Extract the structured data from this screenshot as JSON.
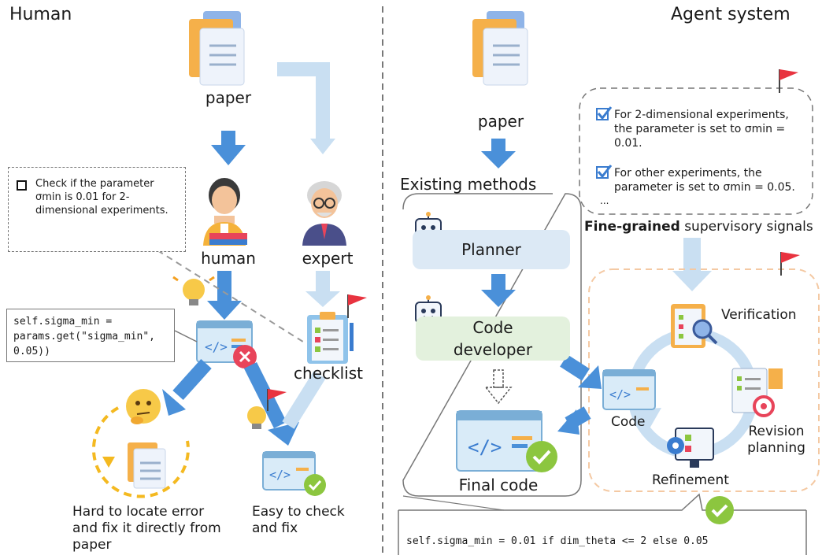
{
  "left": {
    "heading": "Human",
    "paper_label": "paper",
    "human_label": "human",
    "expert_label": "expert",
    "checklist_label": "checklist",
    "check_note": "Check if the parameter σmin is 0.01 for 2-dimensional experiments.",
    "wrong_code": [
      "self.sigma_min =",
      "params.get(\"sigma_min\",",
      "0.05))"
    ],
    "hard_label": "Hard to locate error and fix it directly from paper",
    "easy_label": "Easy to check and fix"
  },
  "right": {
    "heading": "Agent system",
    "paper_label": "paper",
    "existing_label": "Existing methods",
    "planner_label": "Planner",
    "developer_label": "Code developer",
    "final_label": "Final code",
    "signals_item1": "For 2-dimensional experiments, the parameter is set to σmin = 0.01.",
    "signals_item2": "For other experiments, the parameter is set to σmin = 0.05.",
    "signals_more": "...",
    "signals_bold": "Fine-grained",
    "signals_rest": "supervisory signals",
    "verification_label": "Verification",
    "revision_label": "Revision planning",
    "code_label": "Code",
    "refinement_label": "Refinement",
    "fixed_code": "self.sigma_min = 0.01 if dim_theta <= 2 else 0.05"
  },
  "colors": {
    "arrow_blue": "#4a90d9",
    "arrow_light": "#c9dff2",
    "planner_fill": "#dce9f5",
    "developer_fill": "#e3f1dd",
    "check_green": "#8cc63f",
    "error_red": "#e8445a",
    "flag_red": "#e8333f",
    "cycle_orange": "#f4c9a3"
  }
}
